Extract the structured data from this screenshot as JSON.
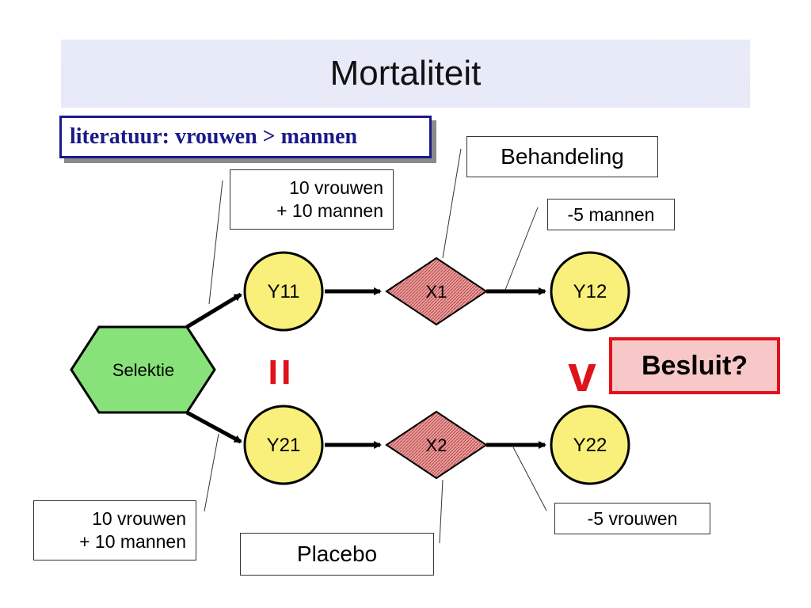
{
  "slide": {
    "title": "Mortaliteit",
    "literature_note": "literatuur: vrouwen > mannen",
    "decision_label": "Besluit?",
    "colors": {
      "node_fill": "#f8f07a",
      "hexagon_fill": "#88e27a",
      "diamond_fill": "#d88080",
      "accent_red": "#e0121a",
      "note_text": "#1a1a8a"
    }
  },
  "diagram": {
    "selection": "Selektie",
    "nodes": {
      "y11": "Y11",
      "y12": "Y12",
      "y21": "Y21",
      "y22": "Y22"
    },
    "interventions": {
      "x1": "X1",
      "x2": "X2"
    },
    "comparisons": {
      "baseline_symbol": "=",
      "outcome_symbol": "v"
    },
    "callouts": {
      "treatment": "Behandeling",
      "placebo": "Placebo",
      "top_group": {
        "line1": "10 vrouwen",
        "line2": "+ 10 mannen"
      },
      "bottom_group": {
        "line1": "10 vrouwen",
        "line2": "+ 10 mannen"
      },
      "minus_men": "-5 mannen",
      "minus_women": "-5 vrouwen"
    }
  }
}
